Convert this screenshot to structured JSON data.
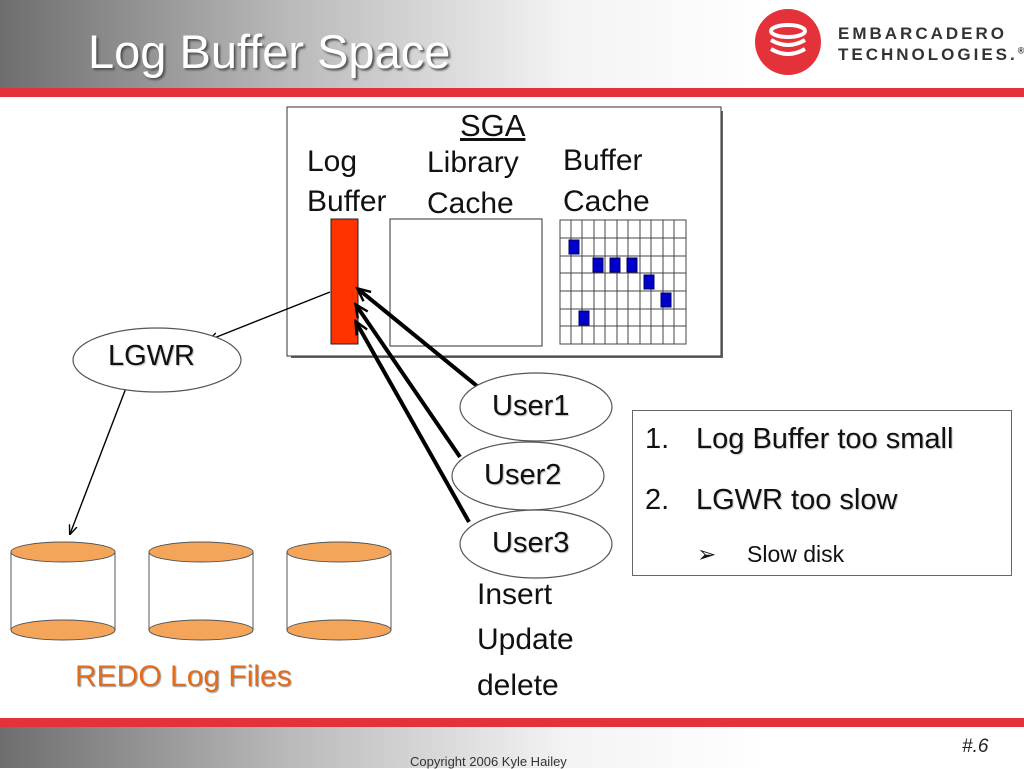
{
  "slide": {
    "title": "Log Buffer Space",
    "slide_number": "#.6",
    "copyright": "Copyright 2006 Kyle Hailey"
  },
  "logo": {
    "line1": "EMBARCADERO",
    "line2": "TECHNOLOGIES.",
    "registered_mark": "®",
    "brand_color": "#e3323a"
  },
  "sga": {
    "label": "SGA",
    "log_buffer": {
      "line1": "Log",
      "line2": "Buffer",
      "color": "#ff3300"
    },
    "library_cache": {
      "line1": "Library",
      "line2": "Cache"
    },
    "buffer_cache": {
      "line1": "Buffer",
      "line2": "Cache",
      "block_color": "#0000cc"
    }
  },
  "processes": {
    "lgwr": "LGWR",
    "users": [
      "User1",
      "User2",
      "User3"
    ]
  },
  "operations": [
    "Insert",
    "Update",
    "delete"
  ],
  "redo": {
    "label": "REDO Log Files",
    "label_color": "#e36c1c",
    "cylinder_color": "#f5a55a"
  },
  "causes": {
    "items": [
      {
        "number": "1.",
        "text": "Log Buffer too small"
      },
      {
        "number": "2.",
        "text": "LGWR too slow"
      }
    ],
    "sub_bullet": "Slow disk"
  }
}
